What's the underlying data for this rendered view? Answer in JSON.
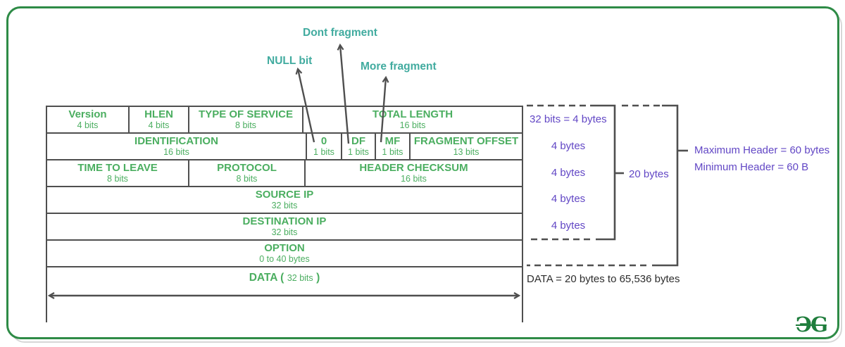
{
  "colors": {
    "frame_green": "#2e8b46",
    "table_text_green": "#4bae60",
    "line_gray": "#4f4f4f",
    "callout_teal": "#41ab9f",
    "size_purple": "#6247c5",
    "data_range_dark": "#2d2d2d"
  },
  "callouts": {
    "null_bit": "NULL bit",
    "dont_fragment": "Dont fragment",
    "more_fragment": "More fragment"
  },
  "table": {
    "rows": [
      {
        "cells": [
          {
            "label": "Version",
            "sub": "4 bits"
          },
          {
            "label": "HLEN",
            "sub": "4 bits"
          },
          {
            "label": "TYPE OF SERVICE",
            "sub": "8 bits"
          },
          {
            "label": "TOTAL LENGTH",
            "sub": "16 bits"
          }
        ]
      },
      {
        "cells": [
          {
            "label": "IDENTIFICATION",
            "sub": "16 bits"
          },
          {
            "label": "0",
            "sub": "1 bits"
          },
          {
            "label": "DF",
            "sub": "1 bits"
          },
          {
            "label": "MF",
            "sub": "1 bits"
          },
          {
            "label": "FRAGMENT OFFSET",
            "sub": "13 bits"
          }
        ]
      },
      {
        "cells": [
          {
            "label": "TIME TO LEAVE",
            "sub": "8 bits"
          },
          {
            "label": "PROTOCOL",
            "sub": "8 bits"
          },
          {
            "label": "HEADER CHECKSUM",
            "sub": "16 bits"
          }
        ]
      },
      {
        "cells": [
          {
            "label": "SOURCE IP",
            "sub": "32 bits"
          }
        ]
      },
      {
        "cells": [
          {
            "label": "DESTINATION IP",
            "sub": "32 bits"
          }
        ]
      },
      {
        "cells": [
          {
            "label": "OPTION",
            "sub": "0 to 40 bytes"
          }
        ]
      }
    ],
    "data_row": {
      "prefix": "DATA (",
      "inner": "32 bits",
      "suffix": ")"
    }
  },
  "right_panel": {
    "row_sizes": [
      "32 bits = 4 bytes",
      "4 bytes",
      "4 bytes",
      "4 bytes",
      "4 bytes"
    ],
    "bracket_total": "20 bytes",
    "max_header": "Maximum Header = 60 bytes",
    "min_header": "Minimum Header = 60 B",
    "data_range": "DATA = 20 bytes to 65,536 bytes"
  },
  "logo": "ЭG"
}
